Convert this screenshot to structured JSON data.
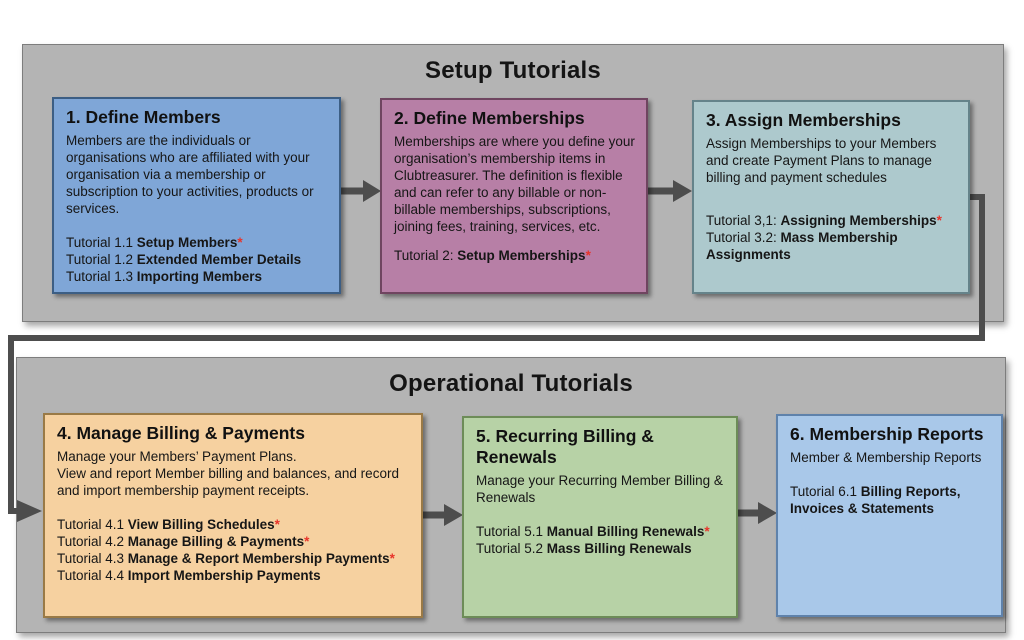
{
  "diagram": {
    "colors": {
      "background": "#ffffff",
      "panel_fill": "#b4b4b4",
      "panel_border": "#7d7d7d",
      "connector": "#4d4d4d",
      "star": "#e8332a",
      "text": "#161616"
    },
    "sections": [
      {
        "title": "Setup Tutorials",
        "boxes": [
          {
            "title": "1. Define Members",
            "fill": "#7fa6d7",
            "border": "#3c5e84",
            "body": [
              "Members are the individuals or organisations who are affiliated with your organisation via a membership or subscription to your activities, products or services."
            ],
            "tutorials": [
              {
                "prefix": "Tutorial 1.1 ",
                "label": "Setup Members",
                "star": "*"
              },
              {
                "prefix": "Tutorial 1.2 ",
                "label": "Extended Member Details",
                "star": ""
              },
              {
                "prefix": "Tutorial 1.3 ",
                "label": "Importing Members",
                "star": ""
              }
            ]
          },
          {
            "title": "2. Define Memberships",
            "fill": "#b77fa6",
            "border": "#6f4560",
            "body": [
              "Memberships are where you define your organisation’s membership items in Clubtreasurer. The definition is flexible and can refer to any billable or non-billable memberships, subscriptions, joining fees, training, services, etc."
            ],
            "tutorials": [
              {
                "prefix": "Tutorial 2: ",
                "label": "Setup Memberships",
                "star": "*"
              }
            ]
          },
          {
            "title": "3. Assign Memberships",
            "fill": "#adc9cd",
            "border": "#65838a",
            "body": [
              "Assign Memberships to your Members and create Payment Plans to manage billing and payment schedules"
            ],
            "tutorials": [
              {
                "prefix": "Tutorial 3,1: ",
                "label": "Assigning Memberships",
                "star": "*"
              },
              {
                "prefix": "Tutorial 3.2: ",
                "label": "Mass Membership Assignments",
                "star": ""
              }
            ]
          }
        ]
      },
      {
        "title": "Operational Tutorials",
        "boxes": [
          {
            "title": "4. Manage Billing & Payments",
            "fill": "#f6d1a0",
            "border": "#9a7a46",
            "body": [
              "Manage your Members’ Payment Plans.",
              "View and report Member billing and balances, and record and import membership payment receipts."
            ],
            "tutorials": [
              {
                "prefix": "Tutorial 4.1 ",
                "label": "View Billing Schedules",
                "star": "*"
              },
              {
                "prefix": "Tutorial 4.2 ",
                "label": "Manage Billing & Payments",
                "star": "*"
              },
              {
                "prefix": "Tutorial 4.3 ",
                "label": "Manage & Report Membership Payments",
                "star": "*"
              },
              {
                "prefix": "Tutorial 4.4 ",
                "label": "Import Membership Payments",
                "star": ""
              }
            ]
          },
          {
            "title": "5. Recurring Billing & Renewals",
            "fill": "#b7d2a6",
            "border": "#6d8c58",
            "body": [
              "Manage your Recurring Member Billing & Renewals"
            ],
            "tutorials": [
              {
                "prefix": "Tutorial 5.1 ",
                "label": "Manual Billing Renewals",
                "star": "*"
              },
              {
                "prefix": "Tutorial 5.2 ",
                "label": "Mass Billing Renewals",
                "star": ""
              }
            ]
          },
          {
            "title": "6. Membership Reports",
            "fill": "#a9c8e9",
            "border": "#5f82ab",
            "body": [
              "Member & Membership Reports"
            ],
            "tutorials": [
              {
                "prefix": "Tutorial 6.1 ",
                "label": "Billing Reports, Invoices & Statements",
                "star": ""
              }
            ]
          }
        ]
      }
    ]
  }
}
